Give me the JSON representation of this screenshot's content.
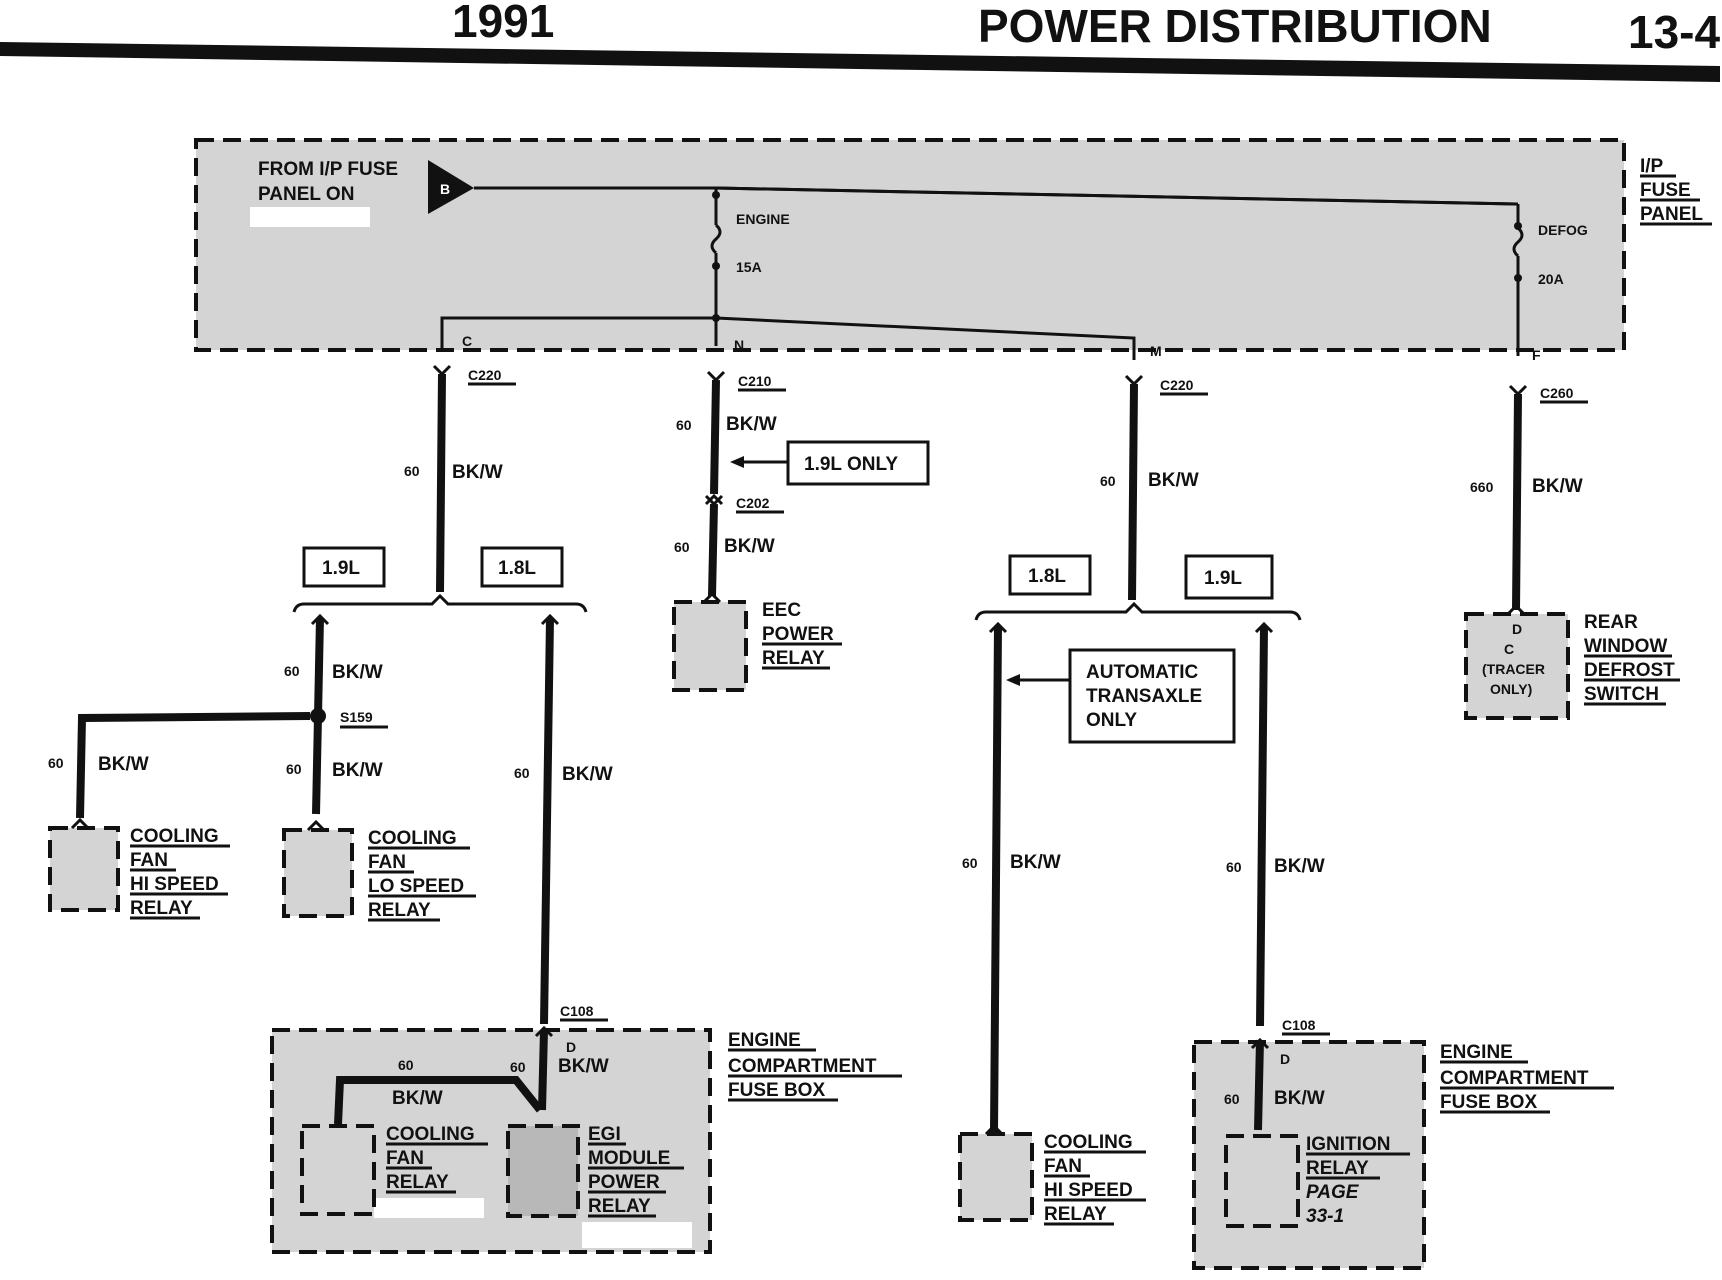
{
  "header": {
    "year": "1991",
    "title": "POWER DISTRIBUTION",
    "page": "13-4"
  },
  "fuse_panel": {
    "source_line1": "FROM I/P FUSE",
    "source_line2": "PANEL ON",
    "source_connector": "B",
    "label_line1": "I/P",
    "label_line2": "FUSE",
    "label_line3": "PANEL",
    "fuse1_name": "ENGINE",
    "fuse1_rating": "15A",
    "fuse2_name": "DEFOG",
    "fuse2_rating": "20A",
    "pin_c": "C",
    "pin_n": "N",
    "pin_m": "M",
    "pin_f": "F"
  },
  "connectors": {
    "c220_left": "C220",
    "c210": "C210",
    "c202": "C202",
    "c220_right": "C220",
    "c260": "C260",
    "c108_left": "C108",
    "c108_right": "C108",
    "s159": "S159",
    "pin_d_left": "D",
    "pin_d_right": "D"
  },
  "wires": {
    "gauge_60": "60",
    "gauge_660": "660",
    "color": "BK/W"
  },
  "notes": {
    "only_19l": "1.9L ONLY",
    "automatic_line1": "AUTOMATIC",
    "automatic_line2": "TRANSAXLE",
    "automatic_line3": "ONLY"
  },
  "engine_options": {
    "left_a": "1.9L",
    "left_b": "1.8L",
    "right_a": "1.8L",
    "right_b": "1.9L"
  },
  "components": {
    "eec_relay": [
      "EEC",
      "POWER",
      "RELAY"
    ],
    "cooling_hi_left": [
      "COOLING",
      "FAN",
      "HI SPEED",
      "RELAY"
    ],
    "cooling_lo": [
      "COOLING",
      "FAN",
      "LO SPEED",
      "RELAY"
    ],
    "engine_box_left": [
      "ENGINE",
      "COMPARTMENT",
      "FUSE BOX"
    ],
    "cooling_fan_relay": [
      "COOLING",
      "FAN",
      "RELAY"
    ],
    "egi_module": [
      "EGI",
      "MODULE",
      "POWER",
      "RELAY"
    ],
    "cooling_hi_right": [
      "COOLING",
      "FAN",
      "HI SPEED",
      "RELAY"
    ],
    "engine_box_right": [
      "ENGINE",
      "COMPARTMENT",
      "FUSE BOX"
    ],
    "ignition_relay": [
      "IGNITION",
      "RELAY",
      "PAGE",
      "33-1"
    ],
    "rear_defrost": [
      "REAR",
      "WINDOW",
      "DEFROST",
      "SWITCH"
    ],
    "defrost_pins": [
      "D",
      "C",
      "(TRACER",
      "ONLY)"
    ]
  }
}
